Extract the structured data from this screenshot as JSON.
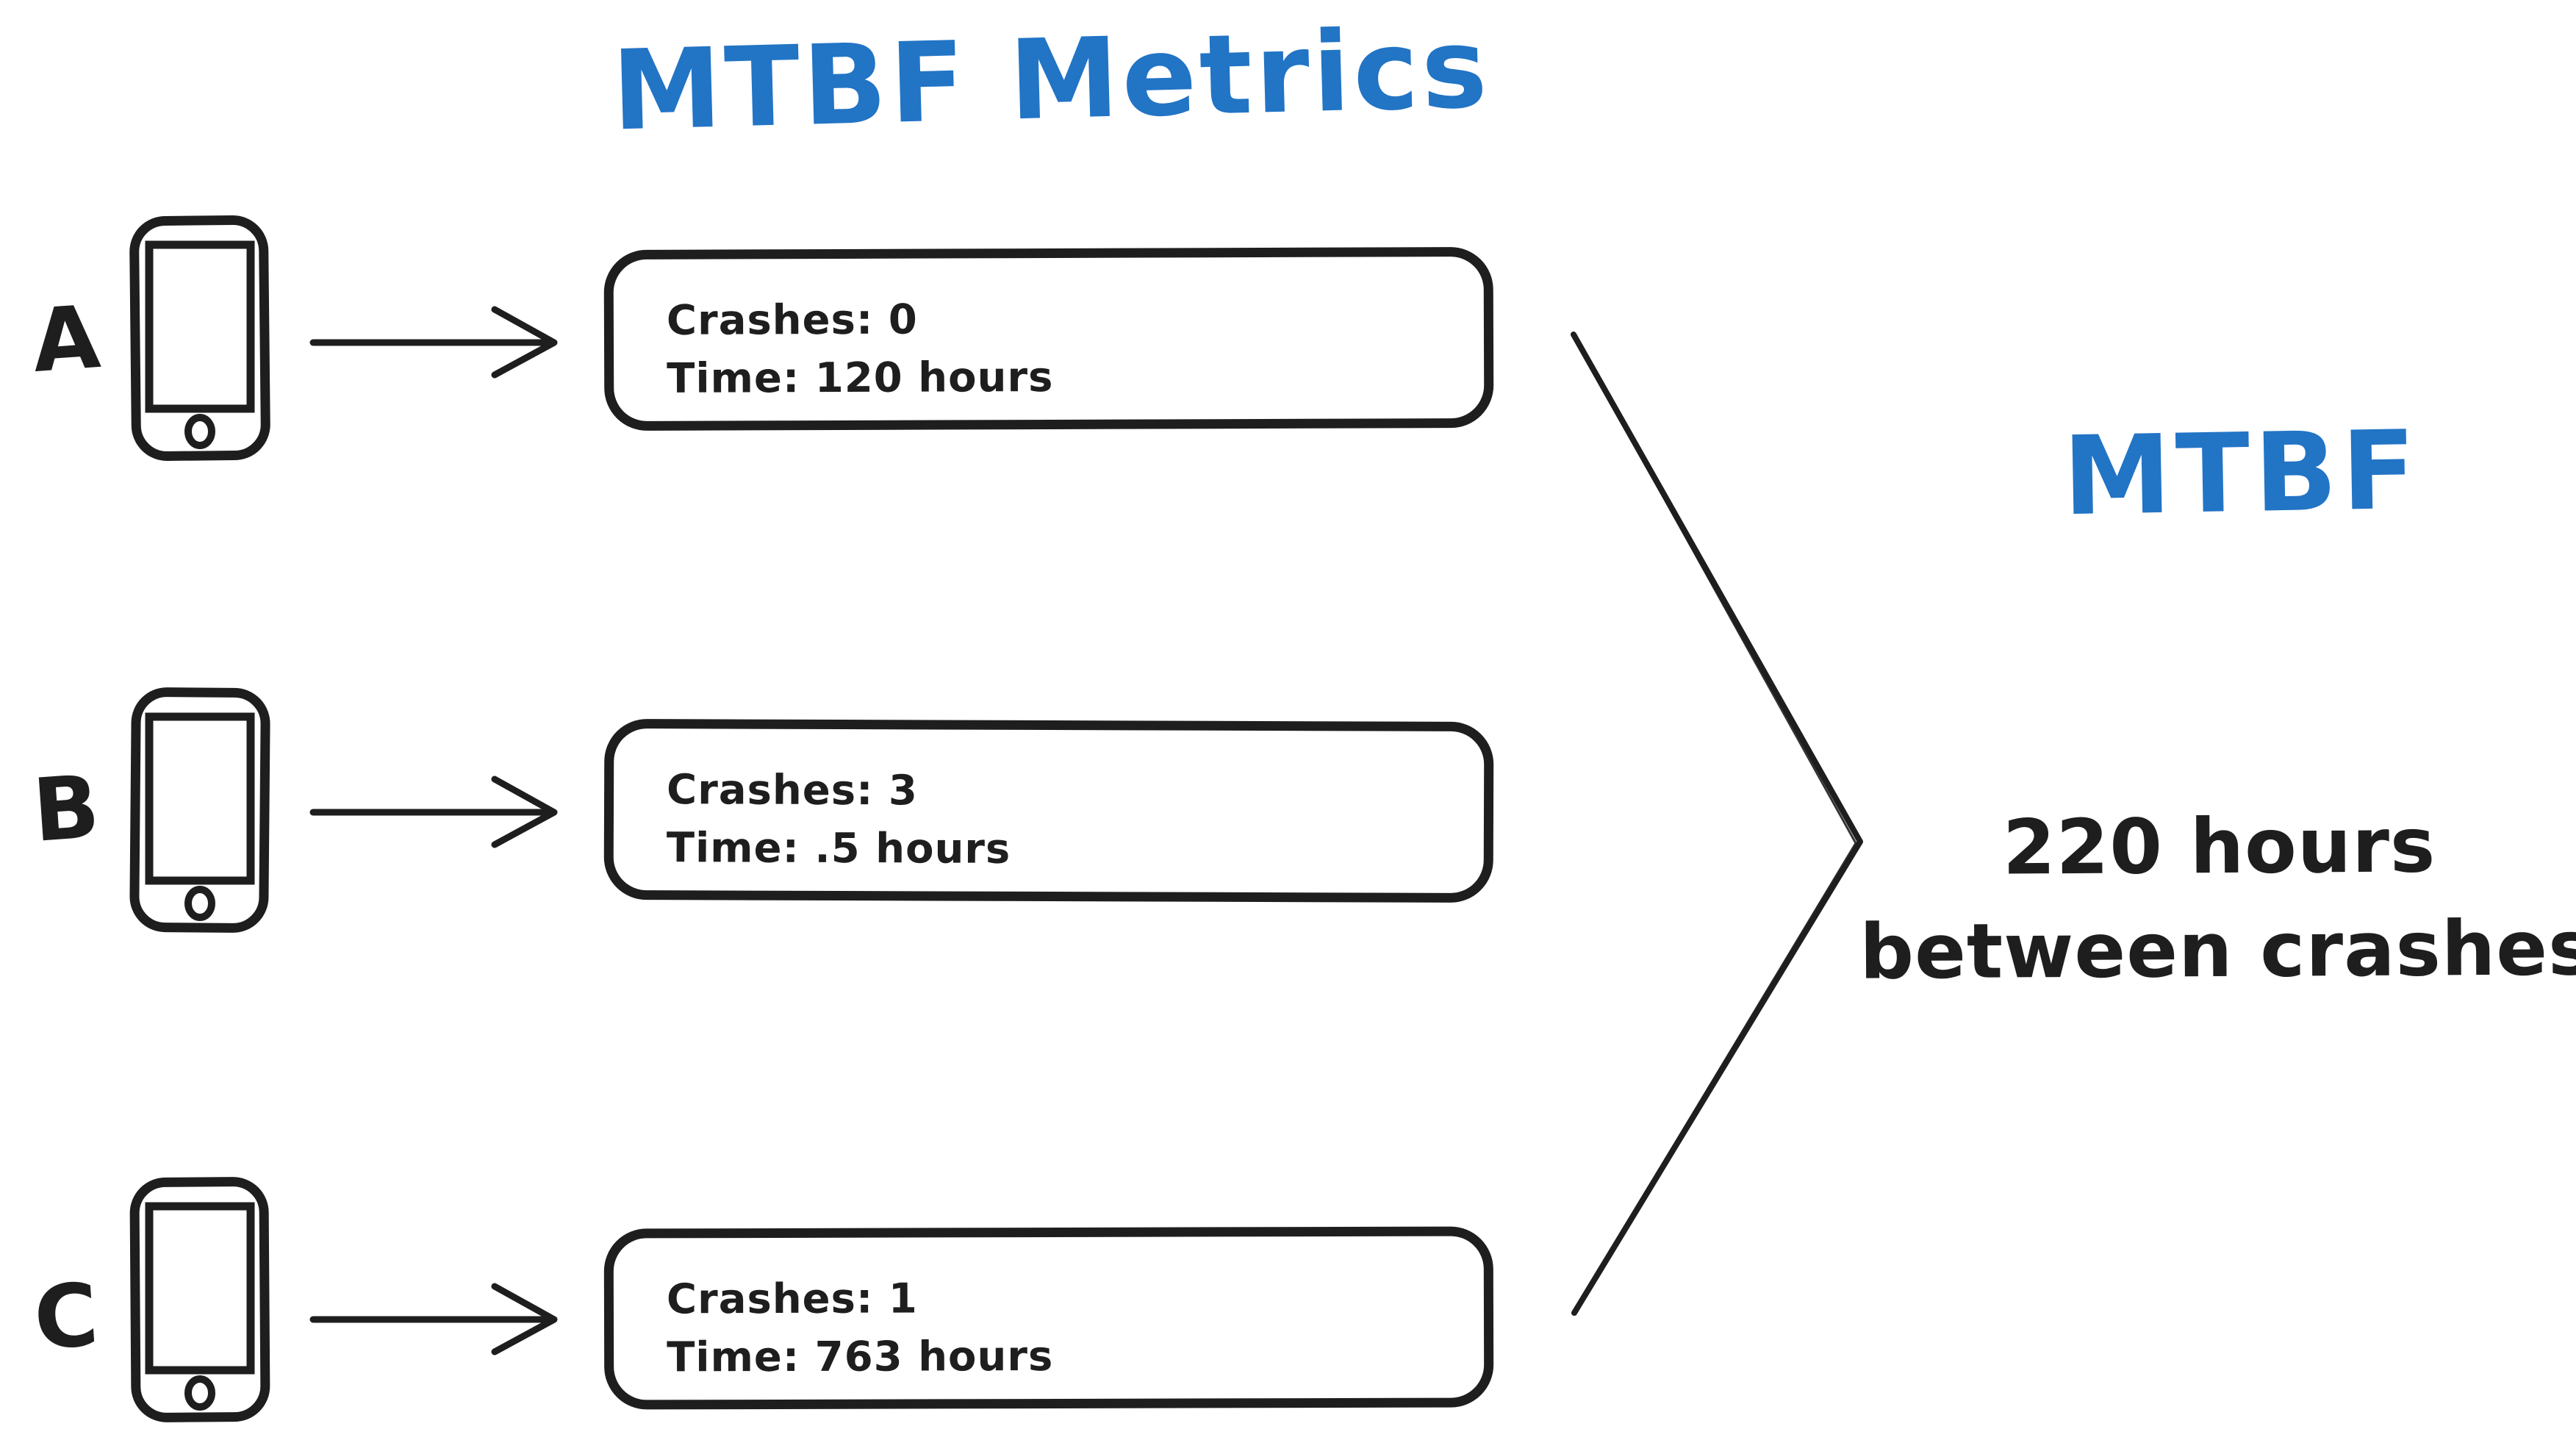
{
  "title": {
    "text": "MTBF Metrics"
  },
  "colors": {
    "ink": "#1E1E1E",
    "accent_blue": "#2274C5",
    "background": "#FFFFFF"
  },
  "devices": [
    {
      "label": "A",
      "crashes": "Crashes: 0",
      "time": "Time: 120 hours"
    },
    {
      "label": "B",
      "crashes": "Crashes: 3",
      "time": "Time: .5 hours"
    },
    {
      "label": "C",
      "crashes": "Crashes: 1",
      "time": "Time: 763 hours"
    }
  ],
  "result": {
    "heading": "MTBF",
    "line1": "220 hours",
    "line2": "between crashes"
  },
  "icons": {
    "phone": "phone-icon",
    "arrow": "arrow-right-icon",
    "merge": "merge-chevron-icon"
  }
}
